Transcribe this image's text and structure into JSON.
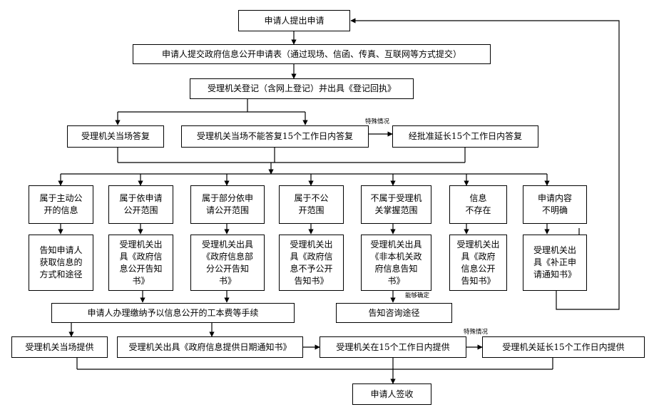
{
  "steps": {
    "apply": "申请人提出申请",
    "submit": "申请人提交政府信息公开申请表（通过现场、信函、传真、互联网等方式提交）",
    "register": "受理机关登记（含网上登记）并出具《登记回执》",
    "reply_on_site": "受理机关当场答复",
    "reply_15_days": "受理机关当场不能答复15个工作日内答复",
    "reply_extended": "经批准延长15个工作日内答复",
    "sign": "申请人签收"
  },
  "categories": [
    {
      "label": "属于主动公\n开的信息",
      "result": "告知申请人\n获取信息的\n方式和途径"
    },
    {
      "label": "属于依申请\n公开范围",
      "result": "受理机关出\n具《政府信\n息公开告知\n书》"
    },
    {
      "label": "属于部分依申\n请公开范围",
      "result": "受理机关出具\n《政府信息部\n分公开告知\n书》"
    },
    {
      "label": "属于不公\n开范围",
      "result": "受理机关出\n具《政府信\n息不予公开\n告知书》"
    },
    {
      "label": "不属于受理机\n关掌握范围",
      "result": "受理机关出具\n《非本机关政\n府信息告知\n书》"
    },
    {
      "label": "信息\n不存在",
      "result": "受理机关出\n具《政府\n信息公开\n告知书》"
    },
    {
      "label": "申请内容\n不明确",
      "result": "受理机关出\n具《补正申\n请通知书》"
    }
  ],
  "fees": "申请人办理缴纳予以信息公开的工本费等手续",
  "consult": "告知咨询途径",
  "provide": {
    "on_site": "受理机关当场提供",
    "notice": "受理机关出具《政府信息提供日期通知书》",
    "within_15": "受理机关在15个工作日内提供",
    "extended": "受理机关延长15个工作日内提供"
  },
  "notes": {
    "special_1": "特殊情况",
    "determinable": "能够确定",
    "special_2": "特殊情况"
  }
}
